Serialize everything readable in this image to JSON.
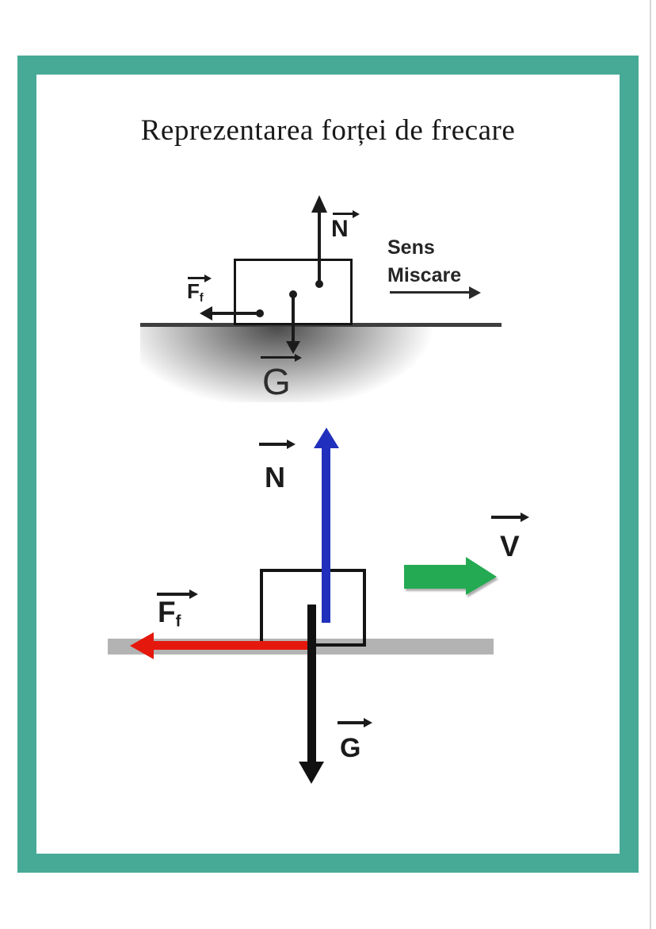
{
  "figure": {
    "title": "Reprezentarea forței de frecare"
  },
  "colors": {
    "frame": "#47aa97",
    "ink": "#1b1b1b",
    "normal_arrow": "#2130bc",
    "friction_arrow": "#e5180d",
    "velocity_arrow": "#24aa52",
    "ground_bar": "#b3b3b3",
    "page_edge": "#d6d6d6"
  },
  "icons": {
    "vector_arrow": "→"
  },
  "diagram_top": {
    "labels": {
      "normal": "N",
      "friction": "F",
      "friction_sub": "f",
      "weight": "G",
      "motion_line1": "Sens",
      "motion_line2": "Miscare"
    }
  },
  "diagram_bottom": {
    "labels": {
      "normal": "N",
      "friction": "F",
      "friction_sub": "f",
      "weight": "G",
      "velocity": "V"
    }
  }
}
